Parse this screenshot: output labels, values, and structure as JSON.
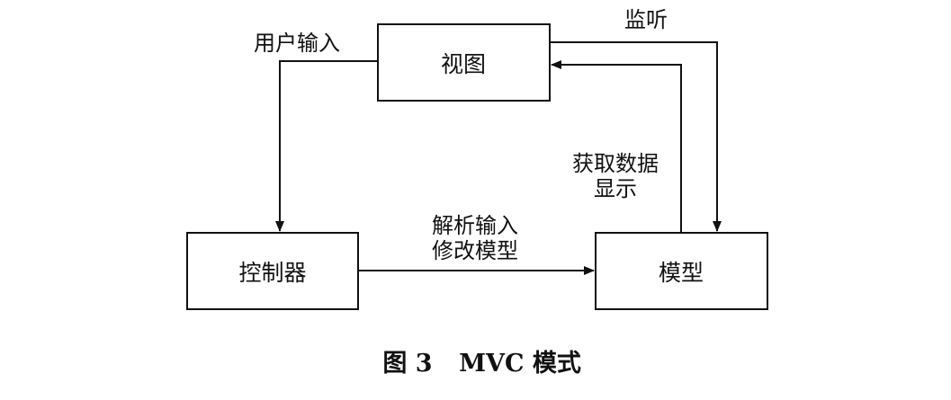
{
  "nodes": {
    "view": {
      "label": "视图"
    },
    "controller": {
      "label": "控制器"
    },
    "model": {
      "label": "模型"
    }
  },
  "edges": {
    "user_input": {
      "label": "用户输入"
    },
    "listen": {
      "label": "监听"
    },
    "get_data_display": {
      "line1": "获取数据",
      "line2": "显示"
    },
    "parse_input_modify_model": {
      "line1": "解析输入",
      "line2": "修改模型"
    }
  },
  "figure": {
    "number": "图 3",
    "title": "MVC 模式"
  },
  "colors": {
    "stroke": "#111111",
    "background": "#ffffff"
  }
}
